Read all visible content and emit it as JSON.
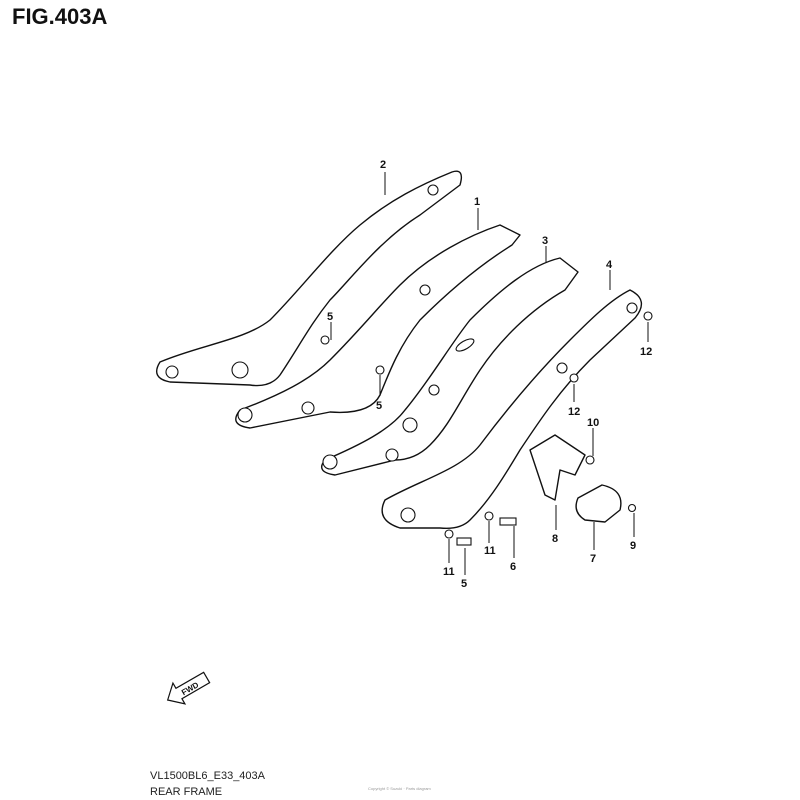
{
  "title": "FIG.403A",
  "diagram_code": "VL1500BL6_E33_403A",
  "diagram_name": "REAR FRAME",
  "footer_note": "Copyright © Suzuki · Parts diagram",
  "fwd_label": "FWD",
  "callouts": [
    "2",
    "1",
    "3",
    "4",
    "5",
    "5",
    "12",
    "12",
    "10",
    "8",
    "7",
    "9",
    "11",
    "5",
    "11",
    "6"
  ]
}
